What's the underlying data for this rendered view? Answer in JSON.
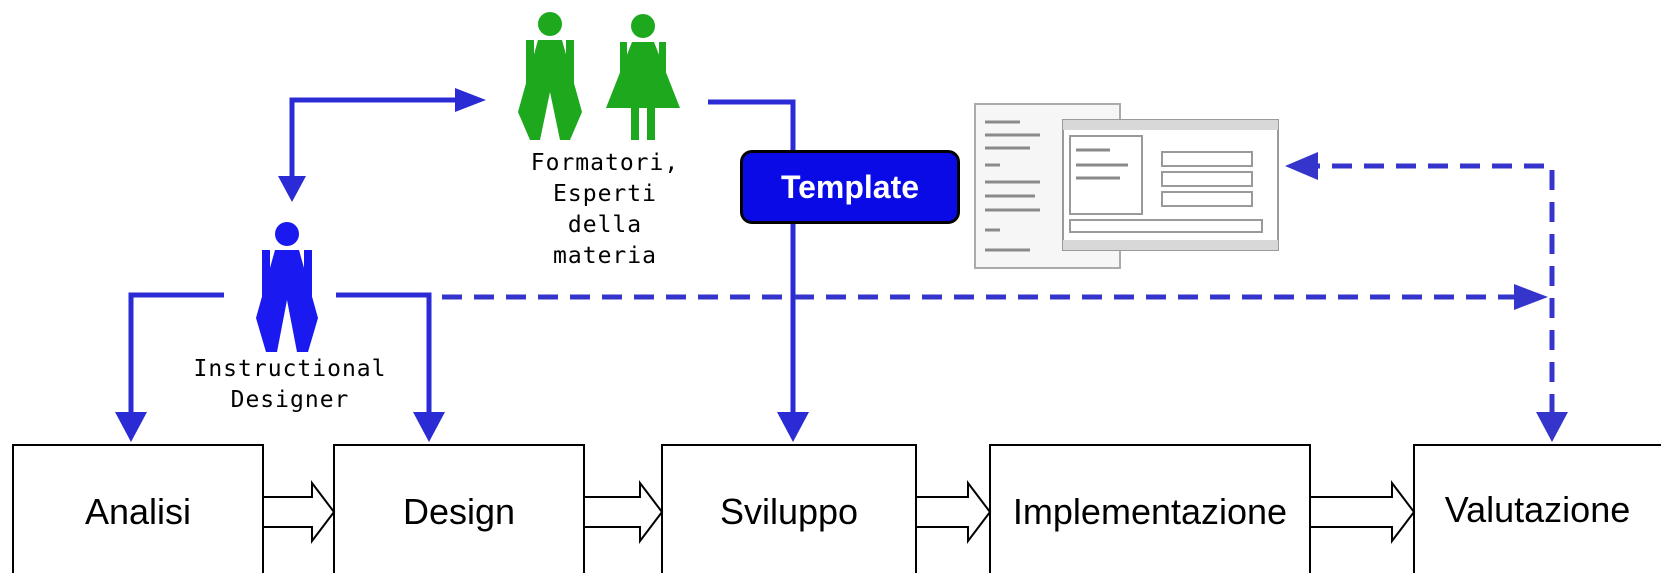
{
  "colors": {
    "arrow": "#2b2bd6",
    "dashed": "#3535cc",
    "designer": "#1a1af0",
    "experts": "#1ea81e",
    "badge": "#0a0ae6"
  },
  "people": {
    "experts_label": "Formatori,\nEsperti\ndella\nmateria",
    "designer_label": "Instructional\nDesigner"
  },
  "template_badge": "Template",
  "steps": [
    "Analisi",
    "Design",
    "Sviluppo",
    "Implementazione",
    "Valutazione"
  ],
  "icons": [
    "male-figure-icon",
    "female-figure-icon",
    "designer-figure-icon",
    "template-screenshot-icon",
    "hollow-arrow-icon"
  ]
}
